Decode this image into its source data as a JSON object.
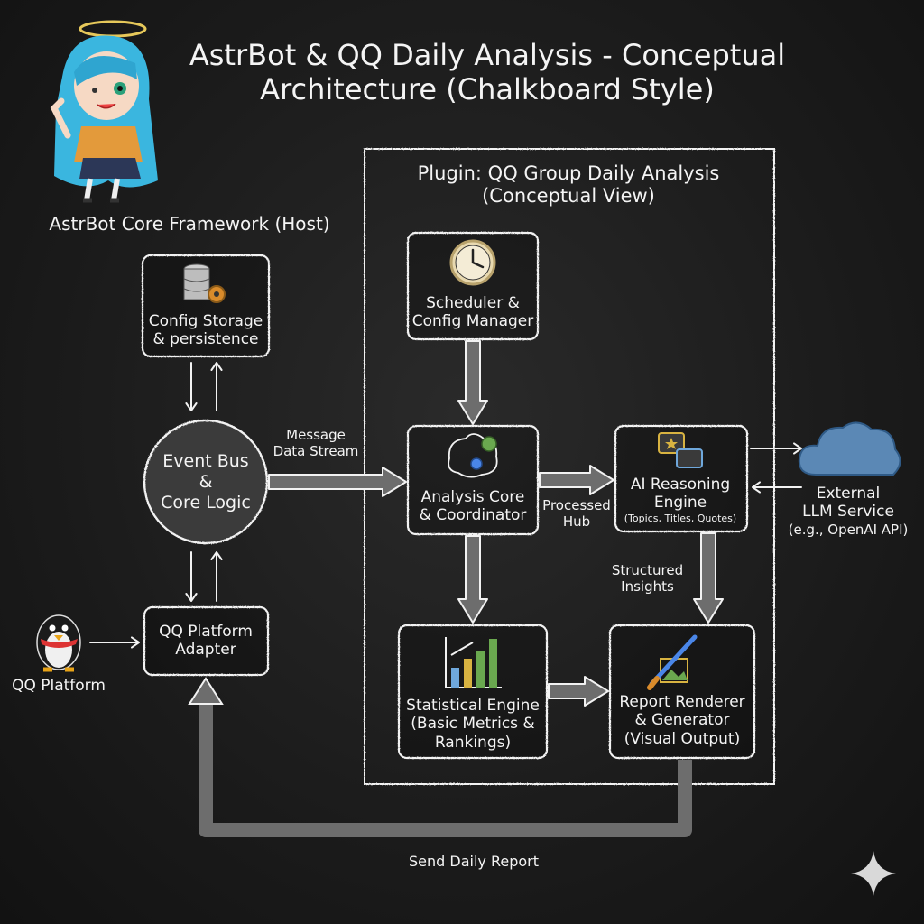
{
  "title": {
    "line1": "AstrBot & QQ Daily Analysis - Conceptual",
    "line2": "Architecture (Chalkboard Style)"
  },
  "host": {
    "label": "AstrBot Core Framework (Host)"
  },
  "plugin": {
    "line1": "Plugin: QQ Group Daily Analysis",
    "line2": "(Conceptual View)"
  },
  "nodes": {
    "config_storage": {
      "line1": "Config Storage",
      "line2": "& persistence",
      "icon": "database-gear-icon"
    },
    "event_bus": {
      "line1": "Event Bus",
      "line2": "&",
      "line3": "Core Logic"
    },
    "qq_adapter": {
      "line1": "QQ Platform",
      "line2": "Adapter"
    },
    "qq_platform": {
      "label": "QQ Platform",
      "icon": "penguin-icon"
    },
    "scheduler": {
      "line1": "Scheduler &",
      "line2": "Config Manager",
      "icon": "clock-icon"
    },
    "analysis_core": {
      "line1": "Analysis Core",
      "line2": "& Coordinator",
      "icon": "brain-gear-icon"
    },
    "ai_engine": {
      "line1": "AI Reasoning",
      "line2": "Engine",
      "line3": "(Topics, Titles, Quotes)",
      "icon": "chat-bubbles-icon"
    },
    "stat_engine": {
      "line1": "Statistical Engine",
      "line2": "(Basic Metrics &",
      "line3": "Rankings)",
      "icon": "bar-chart-icon"
    },
    "report_renderer": {
      "line1": "Report Renderer",
      "line2": "& Generator",
      "line3": "(Visual Output)",
      "icon": "brush-image-icon"
    },
    "external_llm": {
      "line1": "External",
      "line2": "LLM Service",
      "line3": "(e.g., OpenAI API)",
      "icon": "cloud-icon"
    }
  },
  "edges": {
    "message_stream": {
      "line1": "Message",
      "line2": "Data Stream"
    },
    "processed_hub": {
      "line1": "Processed",
      "line2": "Hub"
    },
    "structured_insights": {
      "line1": "Structured",
      "line2": "Insights"
    },
    "send_report": {
      "label": "Send Daily Report"
    }
  },
  "colors": {
    "background": "#1b1b1b",
    "chalk": "#f2f2f2",
    "arrow_fill": "#6d6d6d",
    "cloud": "#5b88b5",
    "halo": "#e6c85a",
    "mascot_hair": "#3ab6df",
    "mascot_jacket": "#e39a3b"
  }
}
